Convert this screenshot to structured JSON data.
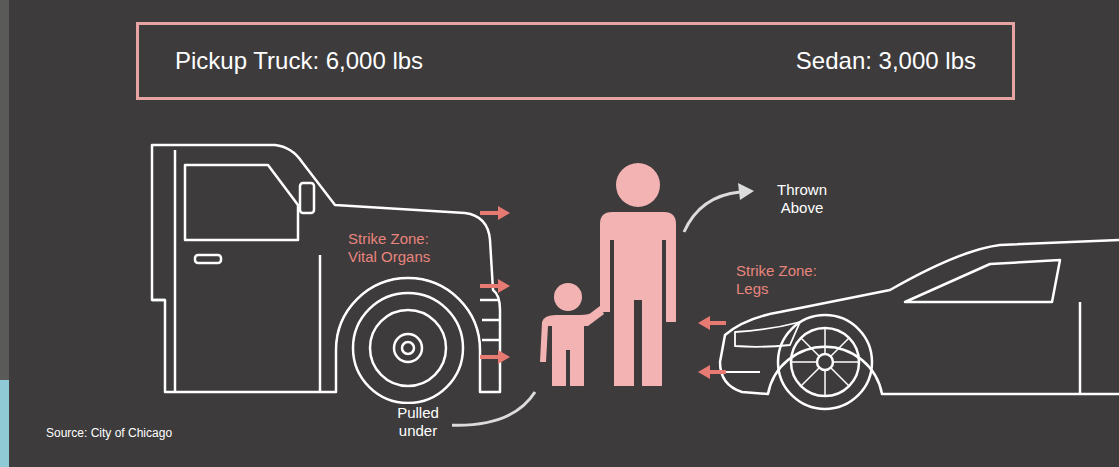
{
  "diagram": {
    "nodes": [
      {
        "text": [
          "Pickup Truck: 6,000 lbs",
          "Sedan: 3,000 lbs"
        ]
      }
    ],
    "labels": [
      "Strike Zone: Vital Organs",
      "Thrown Above",
      "Strike Zone: Legs",
      "Pulled under",
      "Source: City of Chicago"
    ]
  }
}
